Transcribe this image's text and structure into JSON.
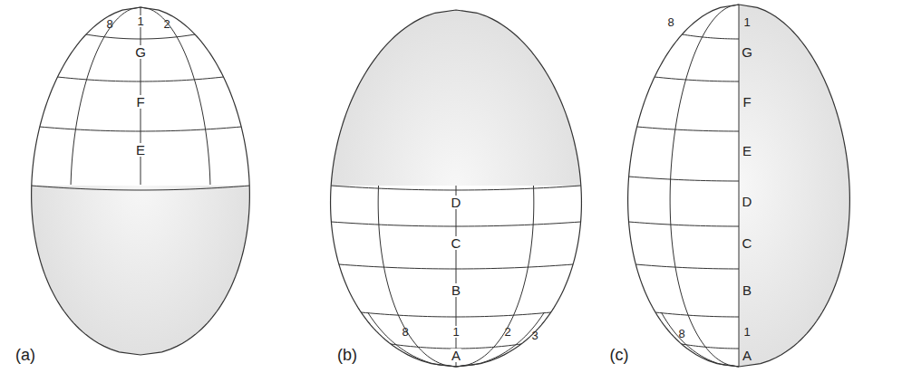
{
  "diagram": {
    "labels": [
      "8",
      "1",
      "2",
      "G",
      "F",
      "E",
      "(a)",
      "D",
      "C",
      "B",
      "8",
      "1",
      "2",
      "3",
      "A",
      "(b)",
      "8",
      "1",
      "G",
      "F",
      "E",
      "D",
      "C",
      "B",
      "8",
      "1",
      "A",
      "(c)"
    ]
  }
}
